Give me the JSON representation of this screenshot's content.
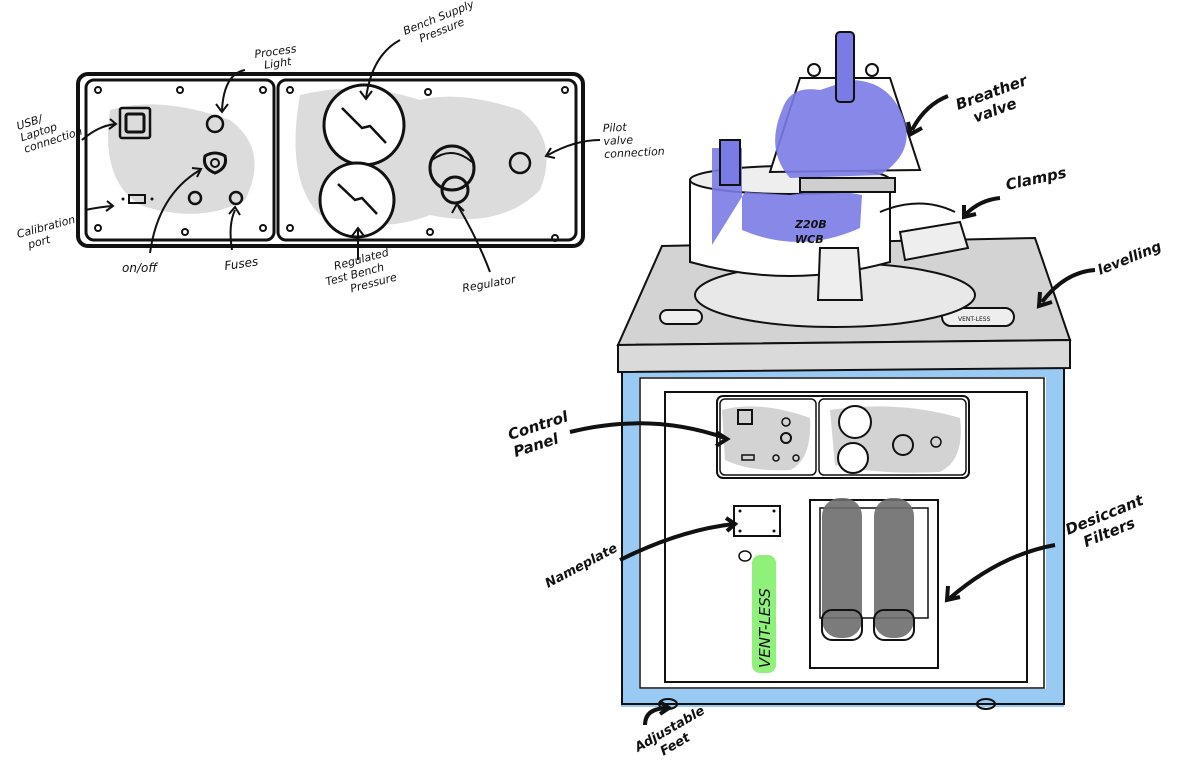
{
  "panel_labels": {
    "usb": [
      "USB/",
      "Laptop",
      "connection"
    ],
    "process_light": [
      "Process",
      "Light"
    ],
    "bench_supply": [
      "Bench Supply",
      "Pressure"
    ],
    "pilot_valve": [
      "Pilot",
      "valve",
      "connection"
    ],
    "calibration": [
      "Calibration",
      "port"
    ],
    "onoff": "on/off",
    "fuses": "Fuses",
    "regulated": [
      "Regulated",
      "Test Bench",
      "Pressure"
    ],
    "regulator": "Regulator"
  },
  "bench_labels": {
    "breather": [
      "Breather",
      "valve"
    ],
    "clamps": "Clamps",
    "levelling": "levelling",
    "control_panel": [
      "Control",
      "Panel"
    ],
    "desiccant": [
      "Desiccant",
      "Filters"
    ],
    "nameplate": "Nameplate",
    "feet": [
      "Adjustable",
      "Feet"
    ],
    "valve_tag": [
      "Z20B",
      "WCB"
    ],
    "brand": "VENT-LESS",
    "slot_tag": "VENT-LESS"
  },
  "colors": {
    "valve_fill": "#7b7be6",
    "frame_fill": "#8ec4f2",
    "brand_fill": "#8ff07a",
    "shade": "#cfcfcf",
    "filter": "#6d6d6d"
  }
}
